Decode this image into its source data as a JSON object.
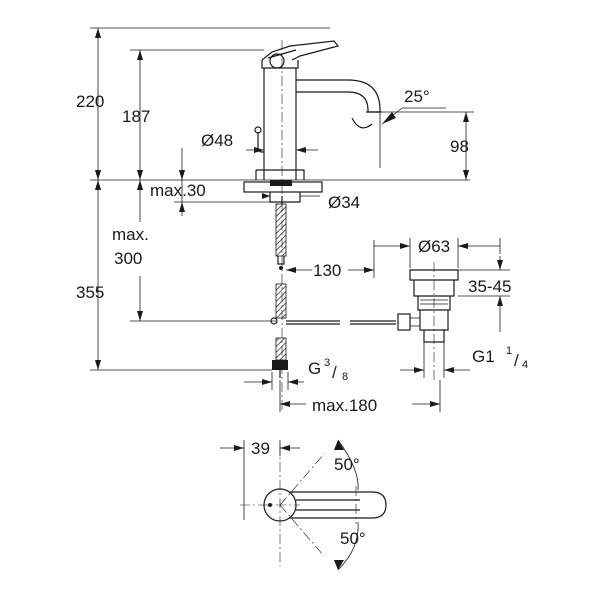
{
  "dimensions": {
    "total_height": "220",
    "spout_height": "187",
    "spout_angle": "25°",
    "spout_outlet_height": "98",
    "base_diameter": "Ø48",
    "max_thickness": "max.30",
    "hole_diameter": "Ø34",
    "max_label": "max.",
    "max_value": "300",
    "drain_offset": "130",
    "waste_diameter": "Ø63",
    "waste_range": "35-45",
    "total_depth": "355",
    "connection_g": "G",
    "connection_g_num": "3",
    "connection_g_den": "8",
    "waste_thread": "G1",
    "waste_thread_num": "1",
    "waste_thread_den": "4",
    "max_reach": "max.180",
    "plan_offset": "39",
    "swivel_angle_top": "50°",
    "swivel_angle_bottom": "50°"
  }
}
